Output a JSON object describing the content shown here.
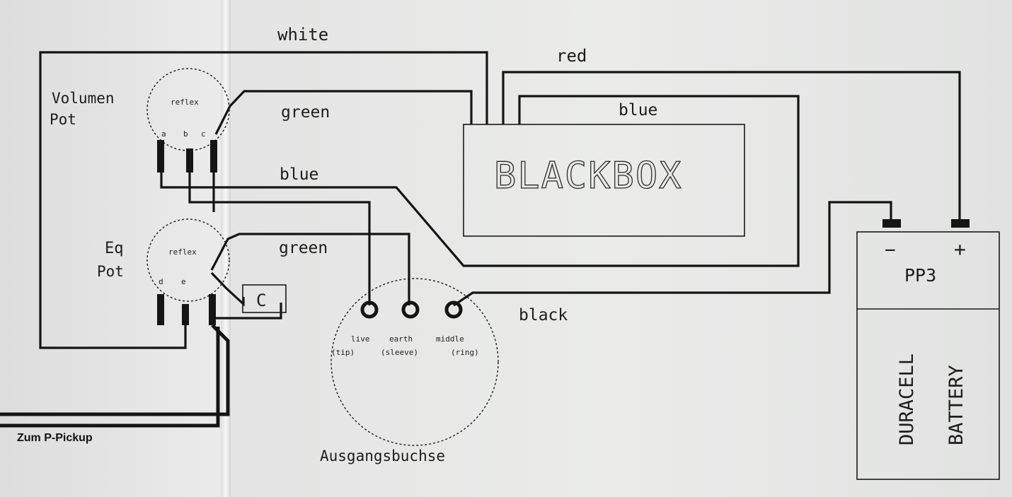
{
  "labels": {
    "wire_white": "white",
    "wire_red": "red",
    "wire_green_top": "green",
    "wire_blue_top": "blue",
    "wire_blue_mid": "blue",
    "wire_green_mid": "green",
    "wire_black": "black",
    "blackbox": "BLACKBOX",
    "vol_pot_line1": "Volumen",
    "vol_pot_line2": "Pot",
    "eq_pot_line1": "Eq",
    "eq_pot_line2": "Pot",
    "pot_brand": "reflex",
    "lug_a": "a",
    "lug_b": "b",
    "lug_c": "c",
    "lug_d": "d",
    "lug_e": "e",
    "capacitor": "C",
    "jack_live": "live",
    "jack_earth": "earth",
    "jack_middle": "middle",
    "jack_tip": "(tip)",
    "jack_sleeve": "(sleeve)",
    "jack_ring": "(ring)",
    "jack_title": "Ausgangsbuchse",
    "battery_minus": "−",
    "battery_plus": "+",
    "battery_type": "PP3",
    "battery_brand": "DURACELL",
    "battery_word": "BATTERY",
    "pickup": "Zum P-Pickup"
  }
}
